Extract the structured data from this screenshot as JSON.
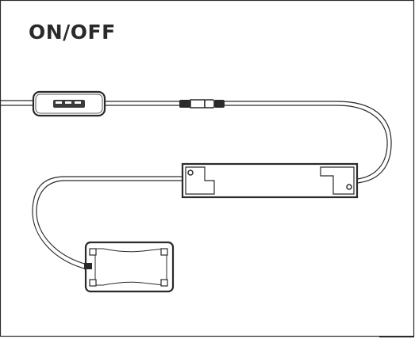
{
  "diagram": {
    "title": "ON/OFF",
    "components": [
      "inline-switch",
      "cable-connector",
      "led-driver",
      "junction-box"
    ]
  }
}
